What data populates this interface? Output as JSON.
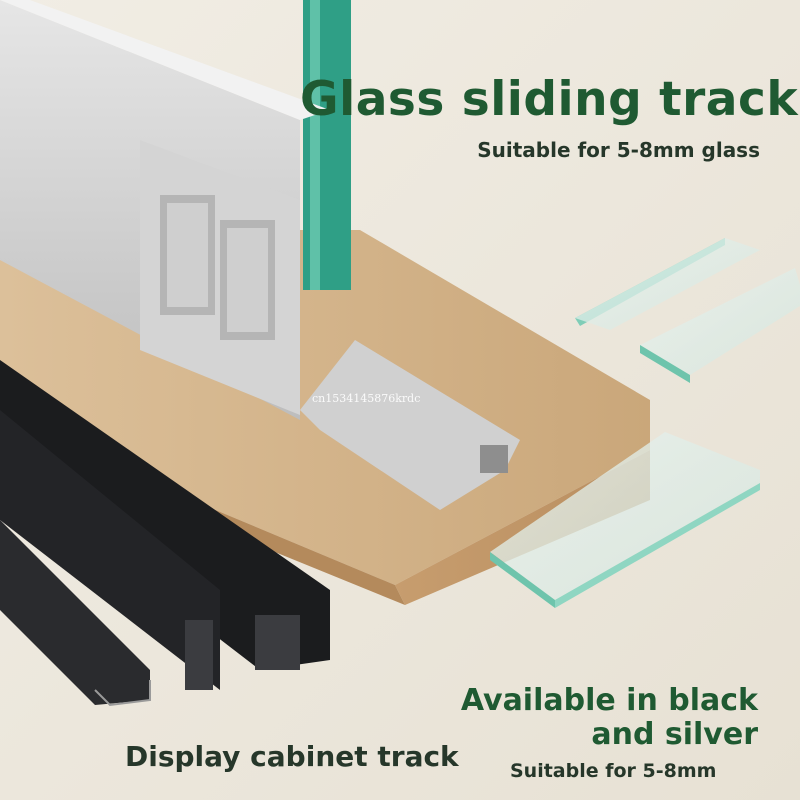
{
  "headline": {
    "title": "Glass sliding track",
    "subtitle": "Suitable for 5-8mm glass"
  },
  "colors_option": {
    "line1": "Available in black",
    "line2": "and silver",
    "subtitle": "Suitable for 5-8mm"
  },
  "caption": {
    "display": "Display cabinet track"
  },
  "watermark": "cn1534145876krdc",
  "colors": {
    "title_green": "#1f5a32",
    "dark_text": "#26372a",
    "background": "#ece7dc",
    "wood": "#d8b88f",
    "aluminium": "#c9c9c9",
    "black_profile": "#1b1c1e",
    "glass_edge": "#2f9f86"
  }
}
